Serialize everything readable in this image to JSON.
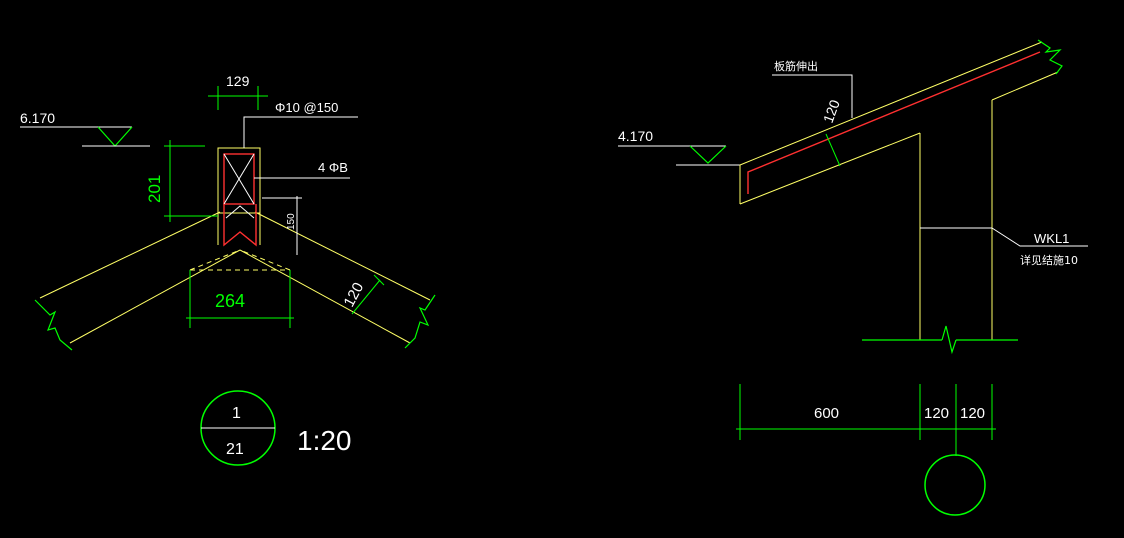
{
  "colors": {
    "background": "#000000",
    "dimension": "#00ff00",
    "concrete": "#ffff66",
    "rebar": "#ff0000",
    "text": "#ffffff",
    "cyan": "#00ffff"
  },
  "left_detail": {
    "elevation": "6.170",
    "stirrup_label": "Φ10 @150",
    "main_bar_label": "4 ΦB",
    "dims": {
      "top_width": "129",
      "height": "201",
      "bottom_width": "264",
      "slab_thickness": "120",
      "small": "150"
    },
    "detail_circle": {
      "number": "1",
      "sheet": "21",
      "scale": "1:20"
    }
  },
  "right_detail": {
    "elevation": "4.170",
    "note_top": "板筋伸出",
    "slab_thickness": "120",
    "beam_label": "WKL1",
    "beam_note": "详见结施10",
    "dims": [
      "600",
      "120",
      "120"
    ]
  }
}
